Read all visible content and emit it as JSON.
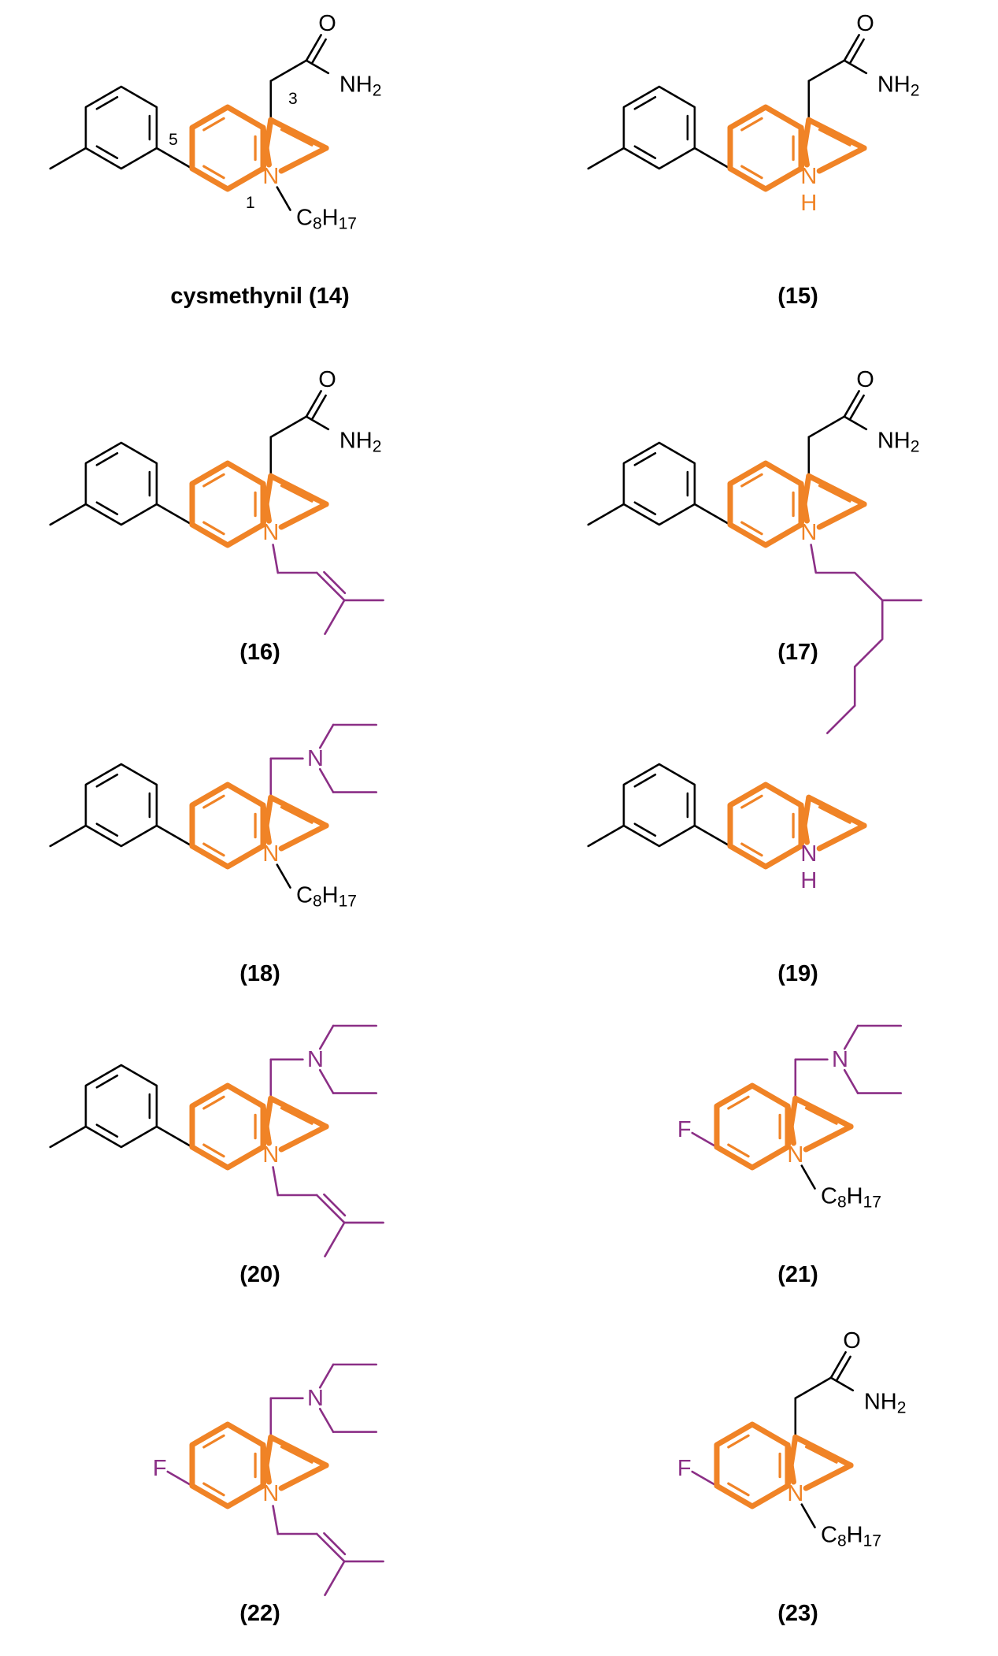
{
  "colors": {
    "core": "#f08326",
    "mod": "#8b2f86",
    "base": "#000000"
  },
  "labels": {
    "O": "O",
    "N": "N",
    "H": "H",
    "NH": "NH",
    "F": "F",
    "C": "C",
    "sub_2": "2",
    "sub_8": "8",
    "sub_17": "17"
  },
  "locants": {
    "pos1": "1",
    "pos3": "3",
    "pos5": "5"
  },
  "compounds": [
    {
      "id": "14",
      "caption": "cysmethynil (14)"
    },
    {
      "id": "15",
      "caption": "(15)"
    },
    {
      "id": "16",
      "caption": "(16)"
    },
    {
      "id": "17",
      "caption": "(17)"
    },
    {
      "id": "18",
      "caption": "(18)"
    },
    {
      "id": "19",
      "caption": "(19)"
    },
    {
      "id": "20",
      "caption": "(20)"
    },
    {
      "id": "21",
      "caption": "(21)"
    },
    {
      "id": "22",
      "caption": "(22)"
    },
    {
      "id": "23",
      "caption": "(23)"
    }
  ]
}
